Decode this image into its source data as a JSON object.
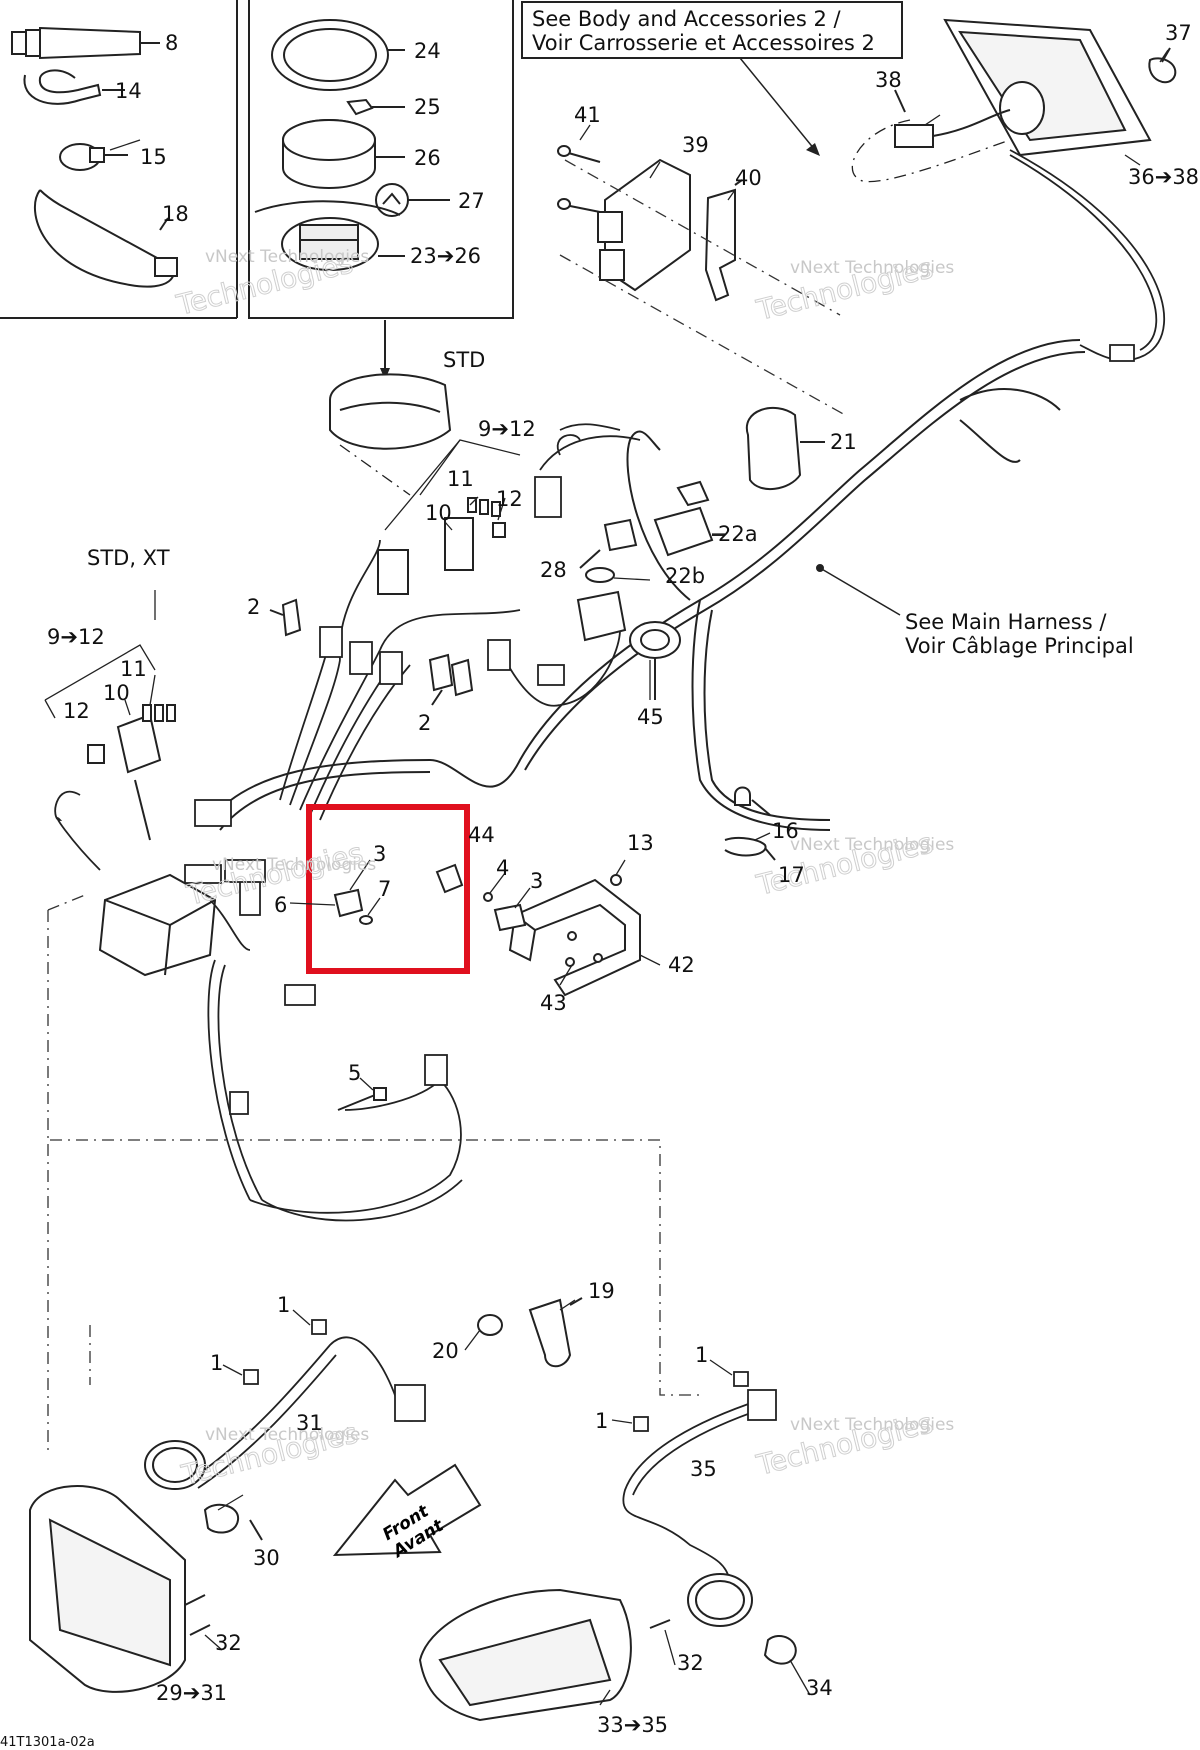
{
  "drawing_ref": "41T1301a-02a",
  "notes": {
    "body_accessories": [
      "See Body and Accessories 2 /",
      "Voir Carrosserie et Accessoires 2"
    ],
    "main_harness": [
      "See Main Harness /",
      "Voir Câblage Principal"
    ],
    "std": "STD",
    "std_xt": "STD, XT",
    "front": [
      "Front",
      "Avant"
    ]
  },
  "watermark": {
    "line1": "vNext Technologies",
    "line2": "Technologies"
  },
  "highlight": {
    "color": "#e0101e",
    "contains": [
      "3",
      "6",
      "7",
      "44"
    ]
  },
  "callouts": {
    "c8": "8",
    "c14": "14",
    "c15": "15",
    "c18": "18",
    "c24": "24",
    "c25": "25",
    "c26": "26",
    "c27": "27",
    "c23_26": "23➔26",
    "c41": "41",
    "c39": "39",
    "c40": "40",
    "c37": "37",
    "c38": "38",
    "c36_38": "36➔38",
    "c9_12_std": "9➔12",
    "c11_std": "11",
    "c10_std": "10",
    "c12_std": "12",
    "c21": "21",
    "c22a": "22a",
    "c28": "28",
    "c22b": "22b",
    "c45": "45",
    "c2_upper": "2",
    "c2_lower": "2",
    "c9_12_xt": "9➔12",
    "c11_xt": "11",
    "c10_xt": "10",
    "c12_xt": "12",
    "c3_box": "3",
    "c6": "6",
    "c7": "7",
    "c44": "44",
    "c4": "4",
    "c3_right": "3",
    "c13": "13",
    "c16": "16",
    "c17": "17",
    "c42": "42",
    "c43": "43",
    "c5": "5",
    "c19": "19",
    "c20": "20",
    "c1_a": "1",
    "c1_b": "1",
    "c1_c": "1",
    "c1_d": "1",
    "c31": "31",
    "c35": "35",
    "c30": "30",
    "c32_left": "32",
    "c29_31": "29➔31",
    "c32_right": "32",
    "c34": "34",
    "c33_35": "33➔35"
  }
}
